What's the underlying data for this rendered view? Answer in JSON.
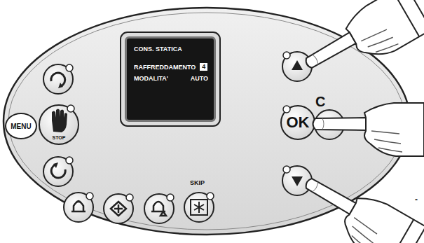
{
  "diagram": {
    "nodes": [
      {
        "text": [
          "MENU"
        ]
      },
      {
        "text": [
          "STOP"
        ]
      },
      {
        "text": [
          "CONS. STATICA",
          "RAFFREDDAMENTO",
          "MODALITA'",
          "AUTO"
        ]
      },
      {
        "text": [
          "4"
        ],
        "in": 2
      },
      {
        "text": [
          "OK"
        ]
      }
    ],
    "labels": [
      "C",
      "SKIP",
      "-"
    ]
  }
}
